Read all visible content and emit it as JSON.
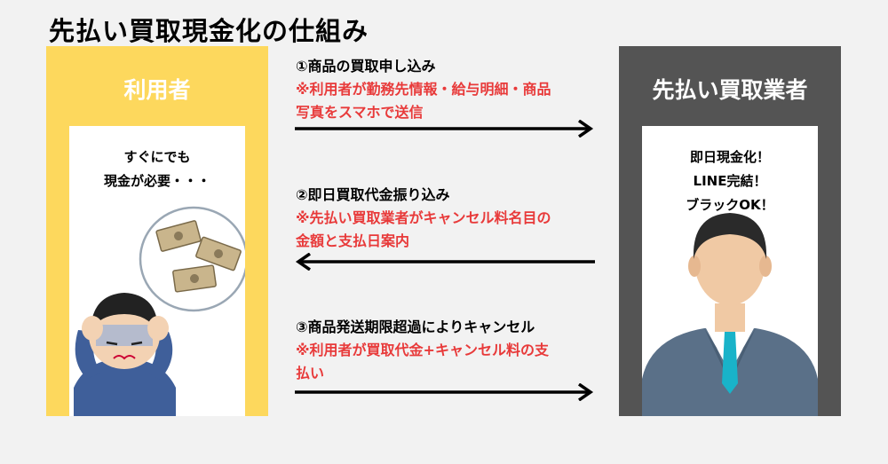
{
  "title": "先払い買取現金化の仕組み",
  "user": {
    "label": "利用者",
    "thought_line1": "すぐにでも",
    "thought_line2": "現金が必要・・・"
  },
  "vendor": {
    "label": "先払い買取業者",
    "line1": "即日現金化！",
    "line2": "LINE完結！",
    "line3": "ブラックOK！"
  },
  "steps": [
    {
      "heading": "①商品の買取申し込み",
      "note_line1": "※利用者が勤務先情報・給与明細・商品",
      "note_line2": "写真をスマホで送信",
      "direction": "right"
    },
    {
      "heading": "②即日買取代金振り込み",
      "note_line1": "※先払い買取業者がキャンセル料名目の",
      "note_line2": "金額と支払日案内",
      "direction": "left"
    },
    {
      "heading": "③商品発送期限超過によりキャンセル",
      "note_line1": "※利用者が買取代金+キャンセル料の支",
      "note_line2": "払い",
      "direction": "right"
    }
  ],
  "colors": {
    "user_panel": "#fdd85d",
    "vendor_panel": "#545454",
    "note_text": "#e83a3a",
    "background": "#f2f2f2"
  }
}
